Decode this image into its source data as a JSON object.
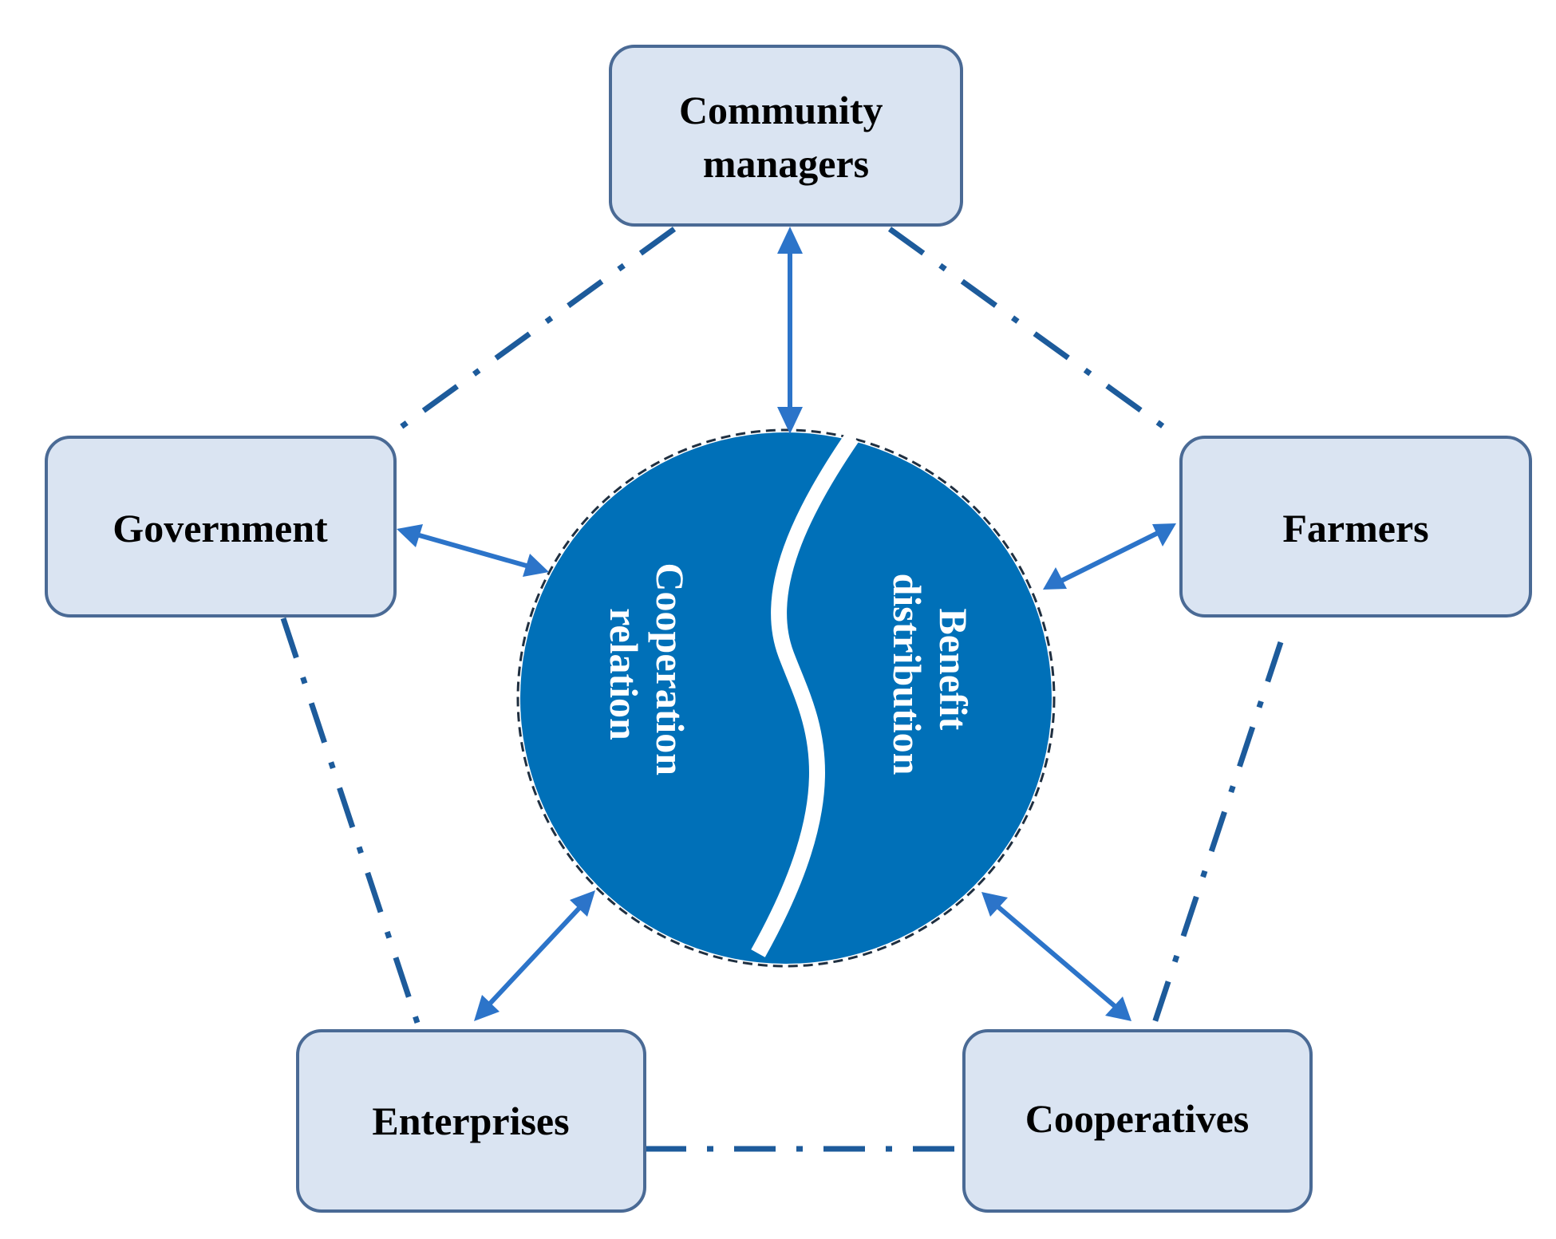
{
  "nodes": {
    "community": {
      "line1": "Community",
      "line2": "managers"
    },
    "government": {
      "label": "Government"
    },
    "farmers": {
      "label": "Farmers"
    },
    "enterprises": {
      "label": "Enterprises"
    },
    "cooperatives": {
      "label": "Cooperatives"
    }
  },
  "center": {
    "left_line1": "Cooperation",
    "left_line2": "relation",
    "right_line1": "Benefit",
    "right_line2": "distribution"
  },
  "colors": {
    "box_fill": "#dae4f2",
    "box_stroke": "#4a6a95",
    "circle_fill": "#0070b8",
    "arrow": "#2c74c9",
    "dash_line": "#1d5b9b"
  }
}
